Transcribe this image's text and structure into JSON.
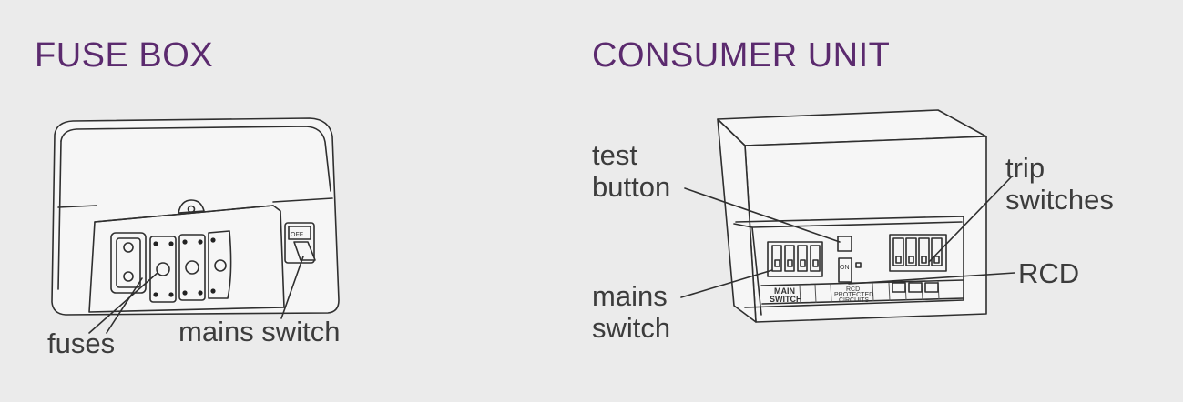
{
  "titles": {
    "fuse_box": "FUSE BOX",
    "consumer_unit": "CONSUMER UNIT"
  },
  "fuse_box": {
    "labels": {
      "fuses": "fuses",
      "mains_switch": "mains switch"
    },
    "switch_text": "OFF"
  },
  "consumer_unit": {
    "labels": {
      "test_line1": "test",
      "test_line2": "button",
      "mains_line1": "mains",
      "mains_line2": "switch",
      "trip_line1": "trip",
      "trip_line2": "switches",
      "rcd": "RCD"
    },
    "panel_text": {
      "on": "ON",
      "main_switch_1": "MAIN",
      "main_switch_2": "SWITCH",
      "rcd_1": "RCD",
      "rcd_2": "PROTECTED",
      "rcd_3": "CIRCUITS"
    }
  },
  "colors": {
    "title": "#5b2a6e",
    "label": "#3c3c3c",
    "line": "#2f2f2f",
    "background": "#ebebeb"
  }
}
